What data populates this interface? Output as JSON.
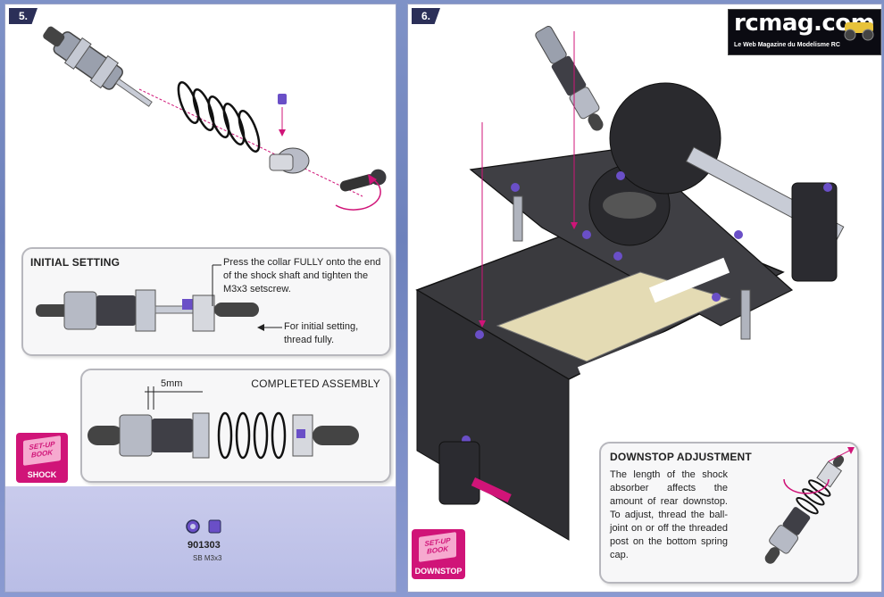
{
  "watermark": {
    "logo": "rcmag.com",
    "tagline": "Le Web Magazine du Modelisme RC"
  },
  "page5": {
    "step": "5.",
    "initial_setting": {
      "title": "INITIAL SETTING",
      "note_collar": "Press the collar FULLY onto the end of the shock shaft and tighten the M3x3 setscrew.",
      "note_thread": "For initial setting, thread fully."
    },
    "completed_assembly": {
      "title": "COMPLETED ASSEMBLY",
      "dimension": "5mm"
    },
    "setup_book": {
      "cover": "SET-UP BOOK",
      "label": "SHOCK"
    },
    "part": {
      "code": "901303",
      "desc": "SB M3x3"
    }
  },
  "page6": {
    "step": "6.",
    "downstop": {
      "title": "DOWNSTOP ADJUSTMENT",
      "body": "The length of the shock absorber affects the amount of rear downstop. To adjust, thread the ball-joint on or off the threaded post on the bottom spring cap."
    },
    "setup_book": {
      "cover": "SET-UP BOOK",
      "label": "DOWNSTOP"
    }
  },
  "colors": {
    "accent": "#d01478",
    "purple": "#6a4fc7",
    "carbon": "#3a3a3e",
    "navy": "#2b2f58"
  }
}
